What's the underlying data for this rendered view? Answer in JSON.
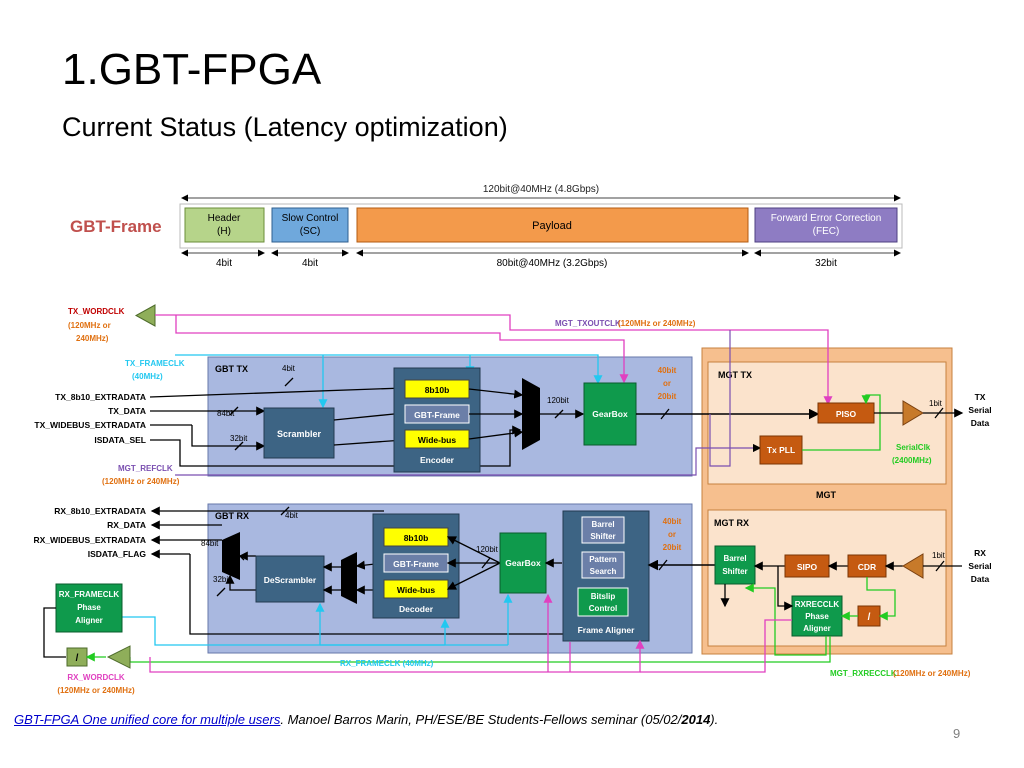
{
  "slide": {
    "title": "1.GBT-FPGA",
    "subtitle": "Current Status (Latency optimization)",
    "page_number": "9"
  },
  "footer": {
    "link_text": "GBT-FPGA One unified core for multiple users",
    "text_1": ". Manoel Barros Marin, PH/ESE/BE Students-Fellows seminar (05/02/",
    "year": "2014",
    "text_2": ")."
  },
  "frame": {
    "label": "GBT-Frame",
    "total": "120bit@40MHz (4.8Gbps)",
    "fields": [
      {
        "name": "Header",
        "abbr": "(H)",
        "width": "4bit",
        "color": "#b6d48a"
      },
      {
        "name": "Slow Control",
        "abbr": "(SC)",
        "width": "4bit",
        "color": "#6fa8dc"
      },
      {
        "name": "Payload",
        "abbr": "",
        "width": "80bit@40MHz (3.2Gbps)",
        "color": "#f39a4b"
      },
      {
        "name": "Forward Error Correction",
        "abbr": "(FEC)",
        "width": "32bit",
        "color": "#8e7cc3"
      }
    ]
  },
  "tx": {
    "block_title": "GBT TX",
    "scrambler": "Scrambler",
    "encoder": "Encoder",
    "enc_8b10b": "8b10b",
    "enc_gbt_frame": "GBT-Frame",
    "enc_widebus": "Wide-bus",
    "gearbox": "GearBox",
    "w_4bit": "4bit",
    "w_84bit": "84bit",
    "w_32bit": "32bit",
    "w_120bit": "120bit",
    "gear_rate": [
      "40bit",
      "or",
      "20bit"
    ]
  },
  "rx": {
    "block_title": "GBT RX",
    "descrambler": "DeScrambler",
    "decoder": "Decoder",
    "dec_8b10b": "8b10b",
    "dec_gbt_frame": "GBT-Frame",
    "dec_widebus": "Wide-bus",
    "gearbox": "GearBox",
    "barrel": [
      "Barrel",
      "Shifter"
    ],
    "pattern": [
      "Pattern",
      "Search"
    ],
    "bitslip": [
      "Bitslip",
      "Control"
    ],
    "frame_aligner": "Frame Aligner",
    "w_4bit": "4bit",
    "w_84bit": "84bit",
    "w_32bit": "32bit",
    "w_120bit": "120bit",
    "gear_rate": [
      "40bit",
      "or",
      "20bit"
    ],
    "rx_frameclk_aligner": [
      "RX_FRAMECLK",
      "Phase",
      "Aligner"
    ]
  },
  "mgt": {
    "title": "MGT",
    "tx_title": "MGT TX",
    "rx_title": "MGT RX",
    "piso": "PISO",
    "tx_pll": "Tx PLL",
    "barrel": [
      "Barrel",
      "Shifter"
    ],
    "sipo": "SIPO",
    "cdr": "CDR",
    "rxrecclk": [
      "RXRECCLK",
      "Phase",
      "Aligner"
    ],
    "divider": "/",
    "w_1bit_tx": "1bit",
    "w_1bit_rx": "1bit",
    "serialclk": [
      "SerialClk",
      "(2400MHz)"
    ],
    "tx_serial": [
      "TX",
      "Serial",
      "Data"
    ],
    "rx_serial": [
      "RX",
      "Serial",
      "Data"
    ]
  },
  "signals": {
    "tx_wordclk": [
      "TX_WORDCLK",
      "(120MHz or",
      "240MHz)"
    ],
    "tx_frameclk": [
      "TX_FRAMECLK",
      "(40MHz)"
    ],
    "tx_inputs": [
      "TX_8b10_EXTRADATA",
      "TX_DATA",
      "TX_WIDEBUS_EXTRADATA",
      "ISDATA_SEL"
    ],
    "mgt_refclk": "MGT_REFCLK",
    "mgt_refclk_rate": "(120MHz or 240MHz)",
    "mgt_txoutclk": "MGT_TXOUTCLK",
    "mgt_txoutclk_rate": "(120MHz or 240MHz)",
    "rx_outputs": [
      "RX_8b10_EXTRADATA",
      "RX_DATA",
      "RX_WIDEBUS_EXTRADATA",
      "ISDATA_FLAG"
    ],
    "rx_frameclk": "RX_FRAMECLK (40MHz)",
    "rx_wordclk": [
      "RX_WORDCLK",
      "(120MHz or 240MHz)"
    ],
    "mgt_rxrecclk": "MGT_RXRECCLK",
    "mgt_rxrecclk_rate": "(120MHz or 240MHz)"
  },
  "colors": {
    "gbt_block": "#a9b8e0",
    "mgt_outer": "#f6bf8e",
    "mgt_inner": "#fbe3cc",
    "dark_block": "#3d6484",
    "green_block": "#0f9a4c",
    "yellow_block": "#ffff00",
    "orange_block": "#c55a11",
    "red_label": "#c00000",
    "cyan": "#22c8f0",
    "magenta": "#e040c0",
    "green_wire": "#22cc22",
    "orange_text": "#e07010"
  }
}
